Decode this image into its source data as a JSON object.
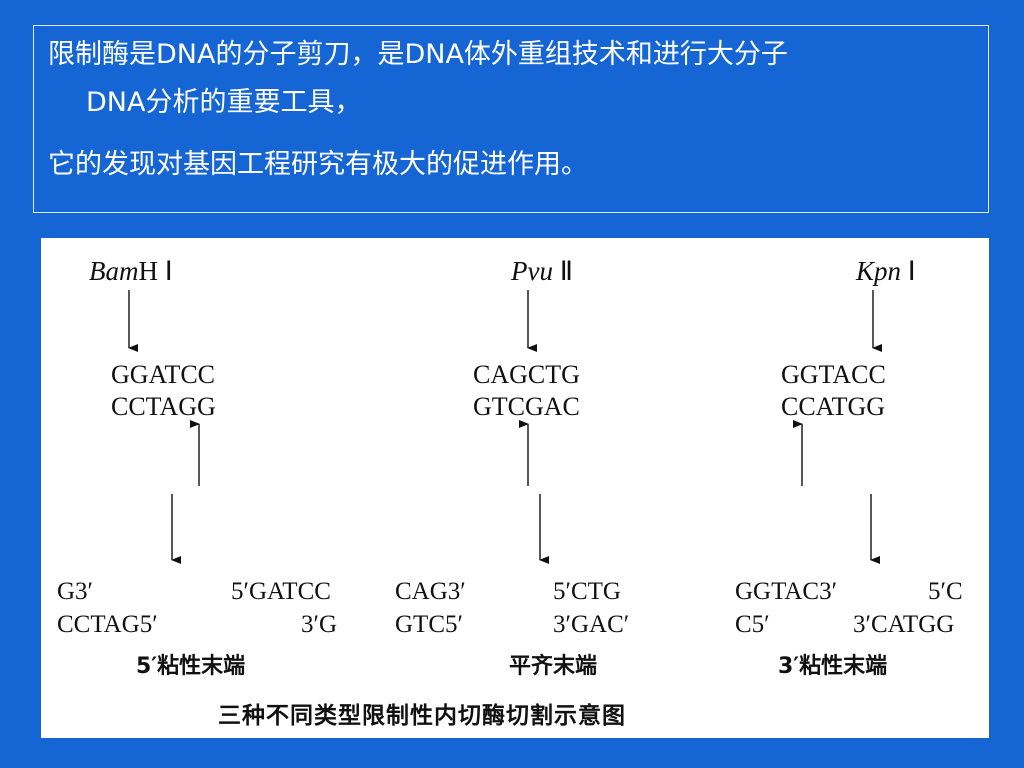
{
  "slide_text": {
    "line1": "限制酶是DNA的分子剪刀，是DNA体外重组技术和进行大分子",
    "line2": "DNA分析的重要工具，",
    "line3": "它的发现对基因工程研究有极大的促进作用。"
  },
  "figure": {
    "enzymes": [
      {
        "name_italic": "Bam",
        "name_rest": "H Ⅰ",
        "seq_top": "GGATCC",
        "seq_bottom": "CCTAGG",
        "left_top": "G3′",
        "left_bottom": "CCTAG5′",
        "right_top": "5′GATCC",
        "right_bottom": "3′G",
        "end_type": "5′粘性末端"
      },
      {
        "name_italic": "Pvu",
        "name_rest": " Ⅱ",
        "seq_top": "CAGCTG",
        "seq_bottom": "GTCGAC",
        "left_top": "CAG3′",
        "left_bottom": "GTC5′",
        "right_top": "5′CTG",
        "right_bottom": "3′GAC′",
        "end_type": "平齐末端"
      },
      {
        "name_italic": "Kpn",
        "name_rest": " Ⅰ",
        "seq_top": "GGTACC",
        "seq_bottom": "CCATGG",
        "left_top": "GGTAC3′",
        "left_bottom": "C5′",
        "right_top": "5′C",
        "right_bottom": "3′CATGG",
        "end_type": "3′粘性末端"
      }
    ],
    "caption": "三种不同类型限制性内切酶切割示意图"
  }
}
